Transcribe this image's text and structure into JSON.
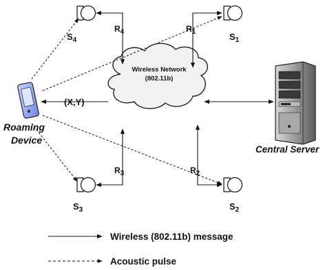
{
  "diagram": {
    "sensors": [
      {
        "name": "S",
        "sub": "4"
      },
      {
        "name": "S",
        "sub": "1"
      },
      {
        "name": "S",
        "sub": "3"
      },
      {
        "name": "S",
        "sub": "2"
      }
    ],
    "receivers": [
      {
        "name": "R",
        "sub": "4"
      },
      {
        "name": "R",
        "sub": "1"
      },
      {
        "name": "R",
        "sub": "3"
      },
      {
        "name": "R",
        "sub": "2"
      }
    ],
    "cloud": {
      "line1": "Wireless Network",
      "line2": "(802.11b)"
    },
    "coord_label": "(X,Y)",
    "roaming_device": {
      "line1": "Roaming",
      "line2": "Device"
    },
    "central_server": "Central Server",
    "legend": {
      "wireless": "Wireless (802.11b)  message",
      "acoustic": "Acoustic pulse"
    }
  }
}
